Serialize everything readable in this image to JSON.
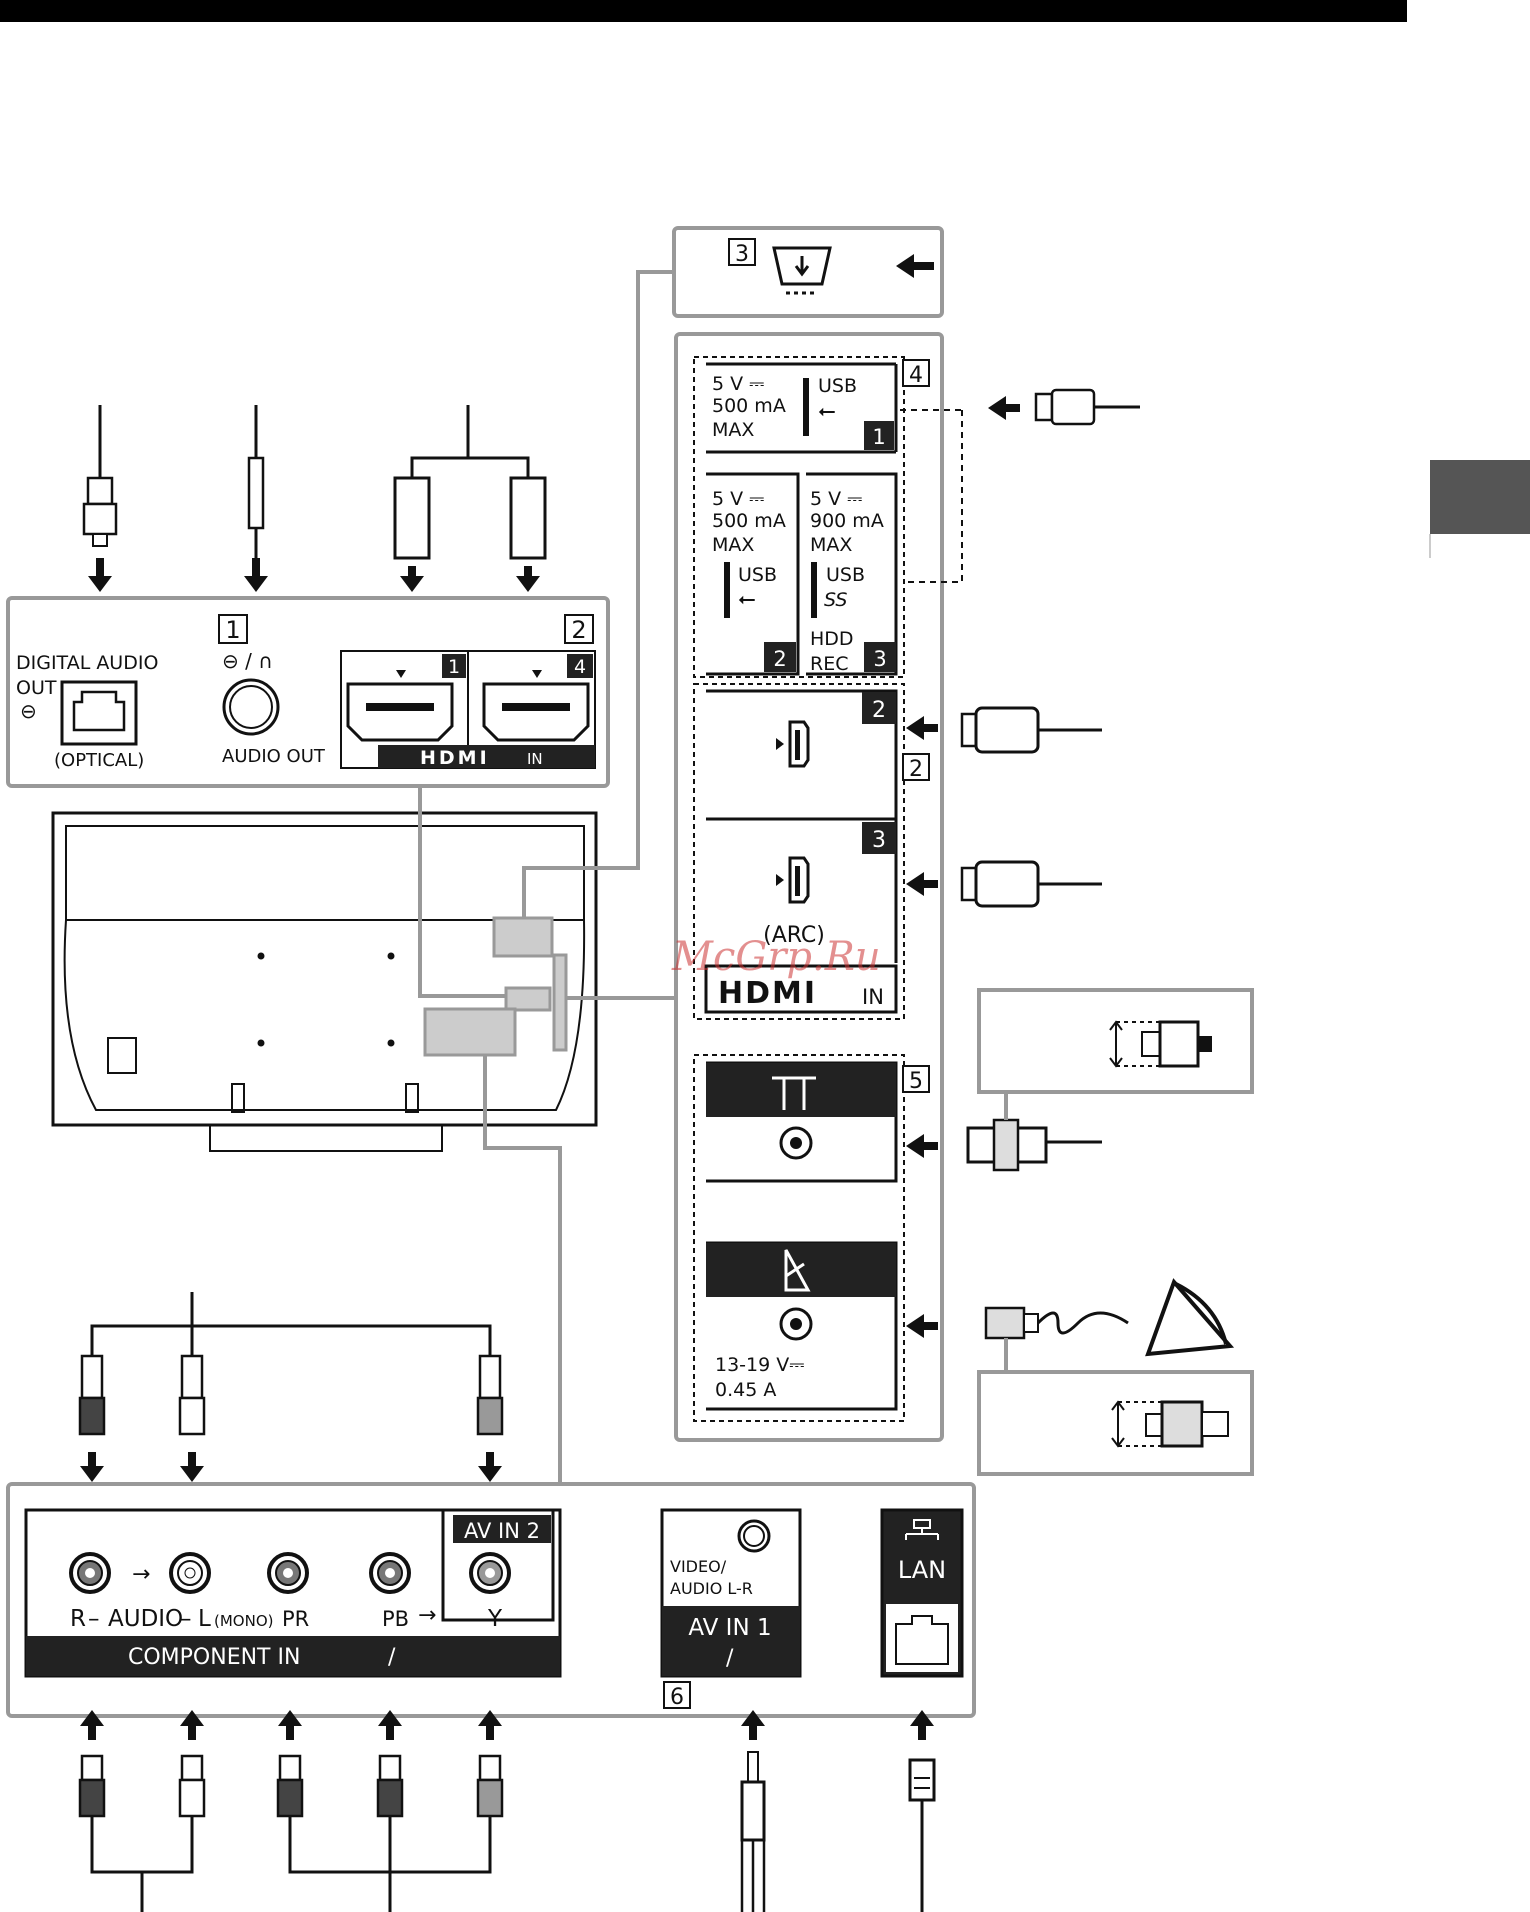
{
  "digital_audio": {
    "line1": "DIGITAL AUDIO",
    "line2": "OUT",
    "optical": "(OPTICAL)"
  },
  "audio_out": {
    "label": "AUDIO OUT",
    "symbol": "⊖ / ∩"
  },
  "callouts": {
    "c1": "1",
    "c2": "2",
    "c3": "3",
    "c4": "4",
    "c5": "5",
    "c6": "6",
    "c2b": "2"
  },
  "hdmi_top": {
    "port1": "1",
    "port4": "4",
    "brand": "HDMI",
    "in": "IN"
  },
  "usb": {
    "port1": {
      "volt": "5 V ⎓",
      "amp": "500 mA",
      "max": "MAX",
      "name": "USB",
      "num": "1"
    },
    "port2": {
      "volt": "5 V ⎓",
      "amp": "500 mA",
      "max": "MAX",
      "name": "USB",
      "num": "2"
    },
    "port3": {
      "volt": "5 V ⎓",
      "amp": "900 mA",
      "max": "MAX",
      "name": "USB",
      "ss": "SS",
      "hdd": "HDD",
      "rec": "REC",
      "num": "3"
    }
  },
  "hdmi_side": {
    "port2": "2",
    "port3": "3",
    "arc": "(ARC)",
    "brand": "HDMI",
    "in": "IN"
  },
  "watermark": "McGrp.Ru",
  "satellite": {
    "volt": "13-19 V⎓",
    "amp": "0.45 A"
  },
  "component": {
    "r": "R",
    "audio": "AUDIO",
    "l": "L",
    "mono": "(MONO)",
    "pr": "PR",
    "pb": "PB",
    "y": "Y",
    "av_in2": "AV IN 2",
    "component_in": "COMPONENT IN",
    "slash": "/"
  },
  "av_in1": {
    "video": "VIDEO/",
    "audio": "AUDIO L-R",
    "label": "AV IN 1",
    "slash": "/"
  },
  "lan": {
    "label": "LAN"
  },
  "icons": [
    "ir-blaster-icon",
    "usb-plug-icon",
    "hdmi-plug-icon",
    "optical-plug-icon",
    "mini-jack-icon",
    "rca-plug-icon",
    "coax-plug-icon",
    "satellite-dish-icon",
    "antenna-icon",
    "network-icon",
    "lan-plug-icon"
  ]
}
